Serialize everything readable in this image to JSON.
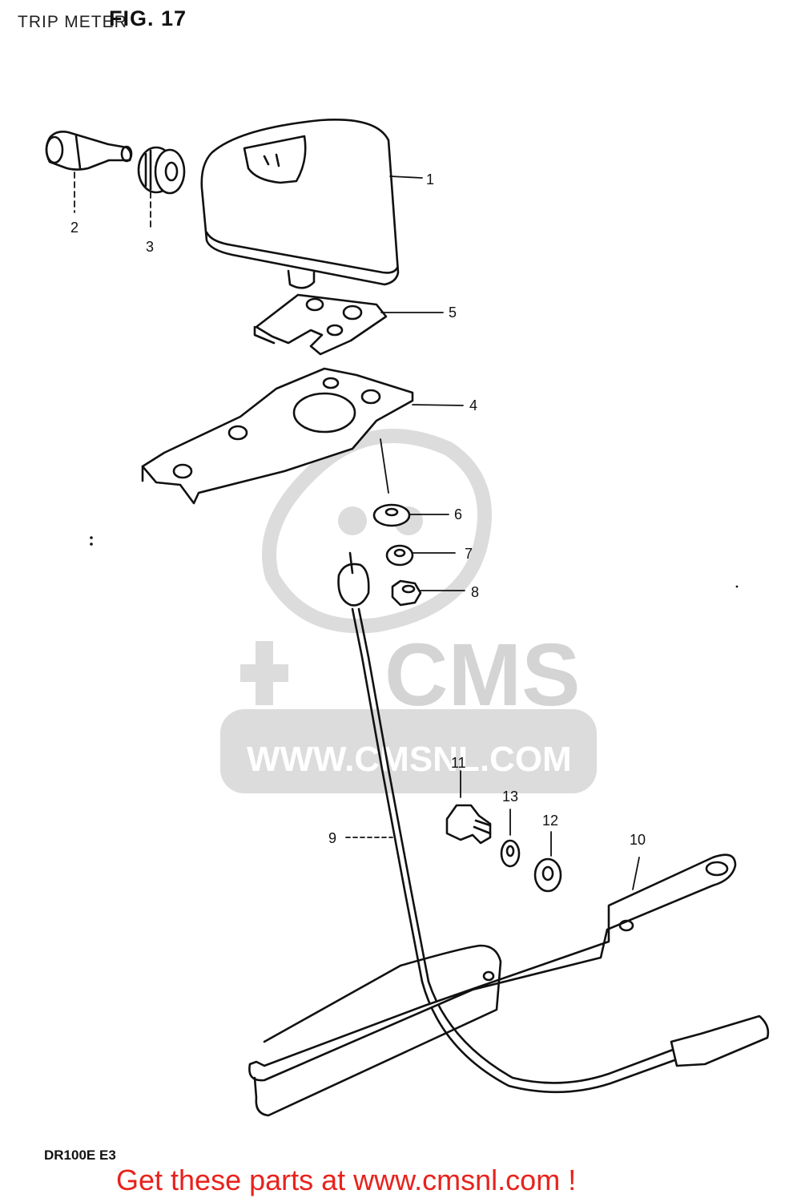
{
  "header": {
    "title": "TRIP METER",
    "figure": "FIG. 17"
  },
  "watermark": {
    "brand": "CMS",
    "url": "WWW.CMSNL.COM",
    "color": "#d9d9d9"
  },
  "parts": [
    {
      "number": "1"
    },
    {
      "number": "2"
    },
    {
      "number": "3"
    },
    {
      "number": "4"
    },
    {
      "number": "5"
    },
    {
      "number": "6"
    },
    {
      "number": "7"
    },
    {
      "number": "8"
    },
    {
      "number": "9"
    },
    {
      "number": "10"
    },
    {
      "number": "11"
    },
    {
      "number": "12"
    },
    {
      "number": "13"
    }
  ],
  "footer": {
    "model": "DR100E E3",
    "cta": "Get these parts at www.cmsnl.com !",
    "cta_color": "#e8221d"
  }
}
